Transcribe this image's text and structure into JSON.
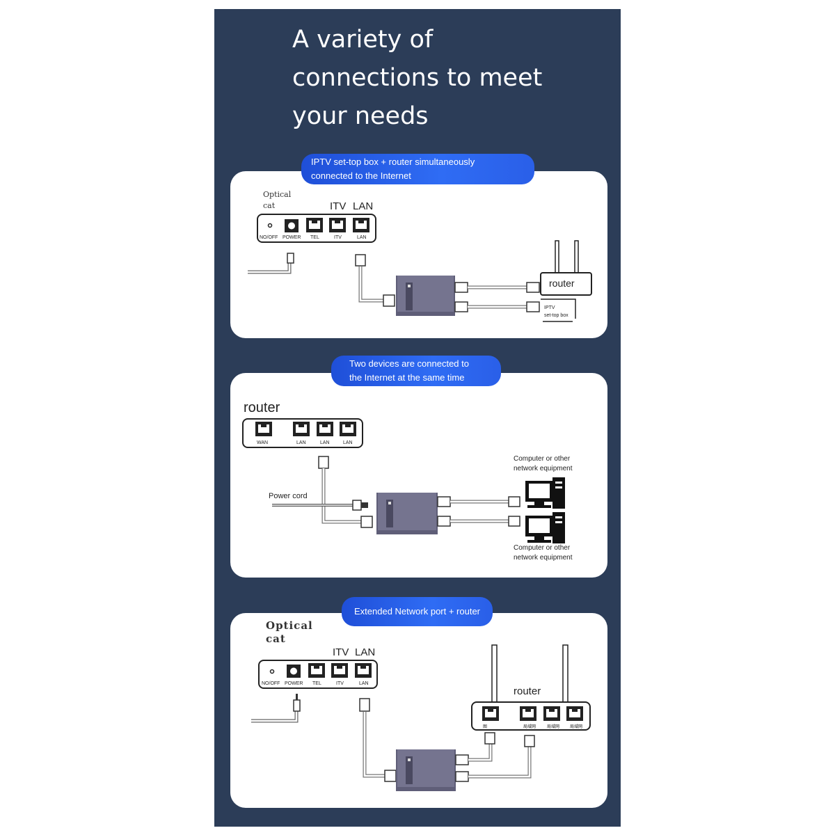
{
  "title_lines": [
    "A variety of",
    "connections to meet",
    "your needs"
  ],
  "section1": {
    "badge_lines": [
      "IPTV set-top box + router simultaneously",
      "connected to the Internet"
    ],
    "device_label_lines": [
      "Optical",
      "cat"
    ],
    "itv_label": "ITV",
    "lan_label": "LAN",
    "port_labels": [
      "NO/OFF",
      "POWER",
      "TEL",
      "ITV",
      "LAN"
    ],
    "router_label": "router",
    "settop_lines": [
      "IPTV",
      "set-top box"
    ]
  },
  "section2": {
    "badge_lines": [
      "Two devices are connected to",
      "the Internet at the same time"
    ],
    "router_label": "router",
    "port_labels": [
      "WAN",
      "LAN",
      "LAN",
      "LAN"
    ],
    "power_cord_label": "Power cord",
    "computer_top_lines": [
      "Computer or other",
      "network equipment"
    ],
    "computer_bottom_lines": [
      "Computer or other",
      "network equipment"
    ]
  },
  "section3": {
    "badge": "Extended Network port + router",
    "device_label_lines": [
      "Optical",
      "cat"
    ],
    "itv_label": "ITV",
    "lan_label": "LAN",
    "port_labels": [
      "NO/OFF",
      "POWER",
      "TEL",
      "ITV",
      "LAN"
    ],
    "router_label": "router",
    "router_port_labels": [
      "图",
      "局域网",
      "局域网",
      "局域网"
    ]
  },
  "colors": {
    "panel": "#2c3d58",
    "badge": "#2a5fe8",
    "splitter": "#6f6e86"
  }
}
